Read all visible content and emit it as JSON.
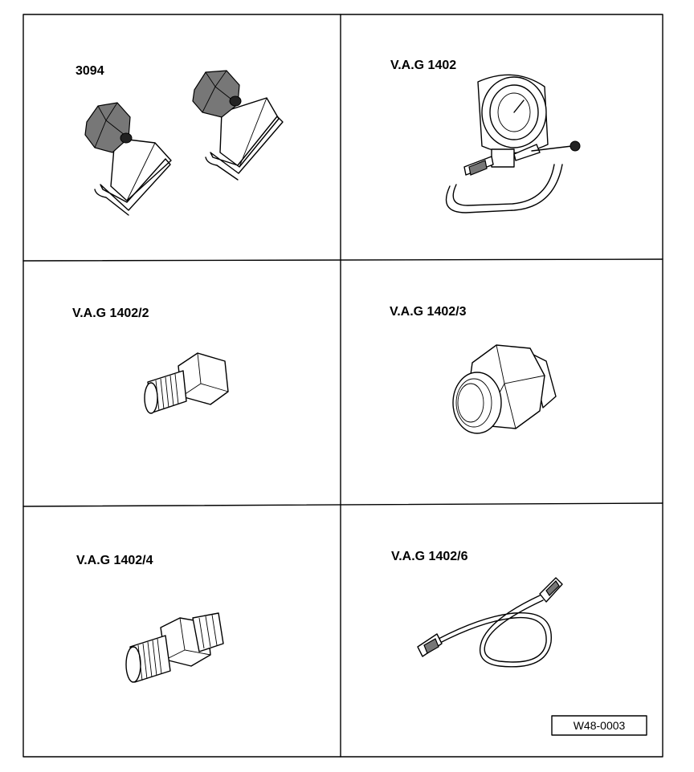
{
  "panels": [
    {
      "label": "3094"
    },
    {
      "label": "V.A.G 1402"
    },
    {
      "label": "V.A.G 1402/2"
    },
    {
      "label": "V.A.G 1402/3"
    },
    {
      "label": "V.A.G 1402/4"
    },
    {
      "label": "V.A.G 1402/6"
    }
  ],
  "figure_ref": "W48-0003"
}
